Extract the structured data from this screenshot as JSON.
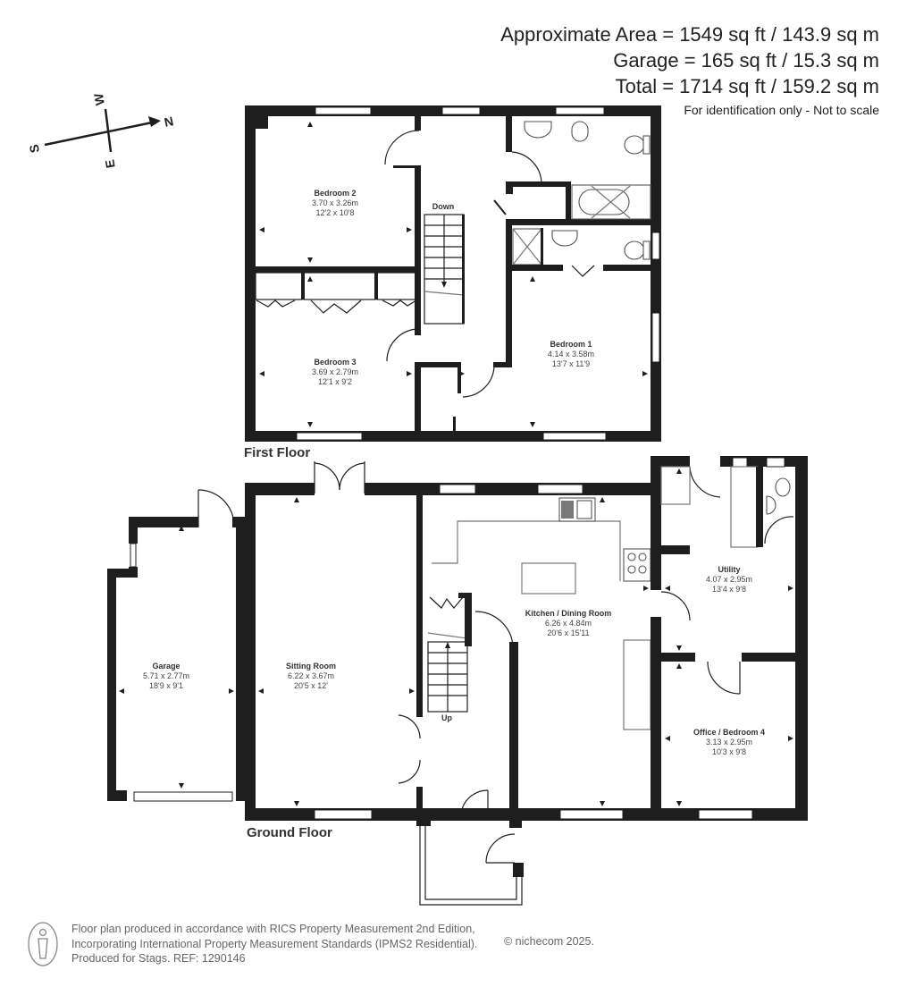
{
  "areas": {
    "approximate": "Approximate Area = 1549 sq ft / 143.9 sq m",
    "garage": "Garage = 165 sq ft / 15.3 sq m",
    "total": "Total = 1714 sq ft / 159.2 sq m",
    "disclaimer": "For identification only - Not to scale"
  },
  "compass": {
    "n": "N",
    "s": "S",
    "e": "E",
    "w": "W"
  },
  "floors": {
    "first": {
      "label": "First Floor",
      "stairs_label": "Down",
      "rooms": [
        {
          "name": "Bedroom 2",
          "metric": "3.70 x 3.26m",
          "imperial": "12'2 x 10'8"
        },
        {
          "name": "Bedroom 3",
          "metric": "3.69 x 2.79m",
          "imperial": "12'1 x 9'2"
        },
        {
          "name": "Bedroom 1",
          "metric": "4.14 x 3.58m",
          "imperial": "13'7 x 11'9"
        }
      ]
    },
    "ground": {
      "label": "Ground Floor",
      "stairs_label": "Up",
      "rooms": [
        {
          "name": "Garage",
          "metric": "5.71 x 2.77m",
          "imperial": "18'9 x 9'1"
        },
        {
          "name": "Sitting Room",
          "metric": "6.22 x 3.67m",
          "imperial": "20'5 x 12'"
        },
        {
          "name": "Kitchen / Dining Room",
          "metric": "6.26 x 4.84m",
          "imperial": "20'6 x 15'11"
        },
        {
          "name": "Utility",
          "metric": "4.07 x 2.95m",
          "imperial": "13'4 x 9'8"
        },
        {
          "name": "Office / Bedroom 4",
          "metric": "3.13 x 2.95m",
          "imperial": "10'3 x 9'8"
        }
      ]
    }
  },
  "footer": {
    "line1": "Floor plan produced in accordance with RICS Property Measurement 2nd Edition,",
    "line2": "Incorporating International Property Measurement Standards (IPMS2 Residential).",
    "line3": "Produced for Stags.   REF: 1290146",
    "copyright": "© nichecom 2025."
  }
}
